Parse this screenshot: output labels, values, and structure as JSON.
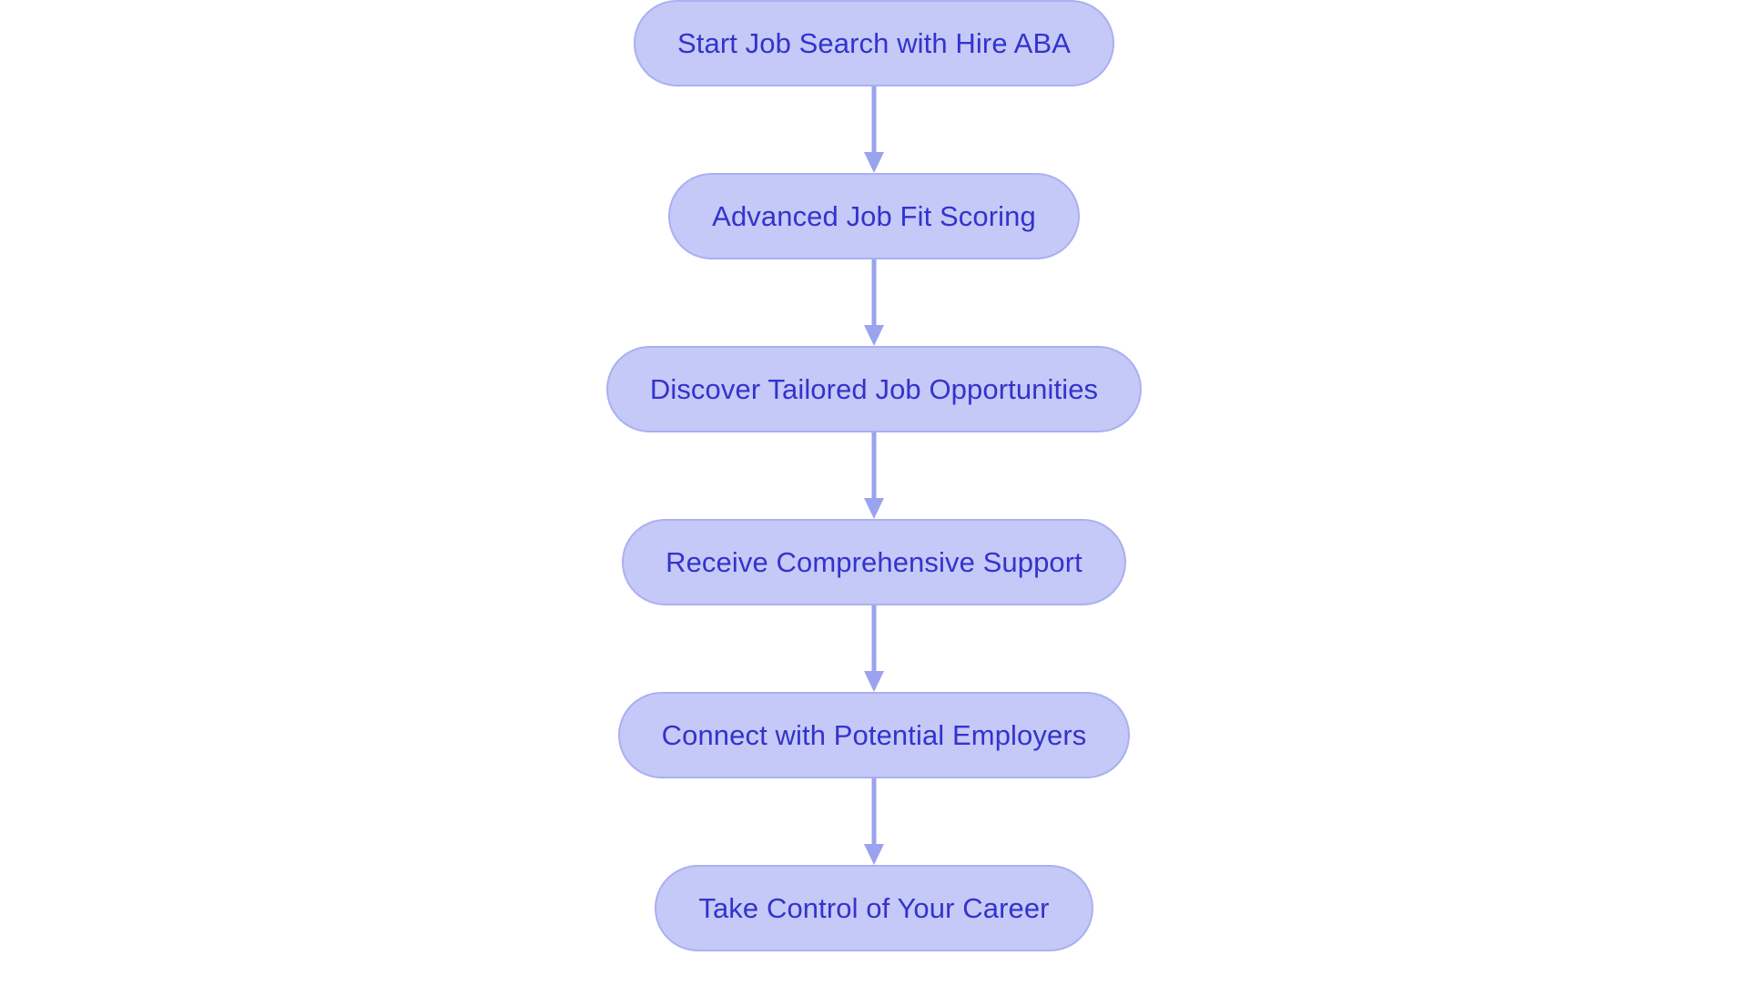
{
  "diagram": {
    "type": "flowchart",
    "orientation": "top-to-bottom",
    "background_color": "#ffffff",
    "node_fill_color": "#c5c9f7",
    "node_border_color": "#aab0f0",
    "node_text_color": "#3333cc",
    "connector_color": "#9aa3ee",
    "nodes": [
      {
        "id": "n1",
        "label": "Start Job Search with Hire ABA"
      },
      {
        "id": "n2",
        "label": "Advanced Job Fit Scoring"
      },
      {
        "id": "n3",
        "label": "Discover Tailored Job Opportunities"
      },
      {
        "id": "n4",
        "label": "Receive Comprehensive Support"
      },
      {
        "id": "n5",
        "label": "Connect with Potential Employers"
      },
      {
        "id": "n6",
        "label": "Take Control of Your Career"
      }
    ],
    "edges": [
      {
        "from": "n1",
        "to": "n2"
      },
      {
        "from": "n2",
        "to": "n3"
      },
      {
        "from": "n3",
        "to": "n4"
      },
      {
        "from": "n4",
        "to": "n5"
      },
      {
        "from": "n5",
        "to": "n6"
      }
    ]
  }
}
